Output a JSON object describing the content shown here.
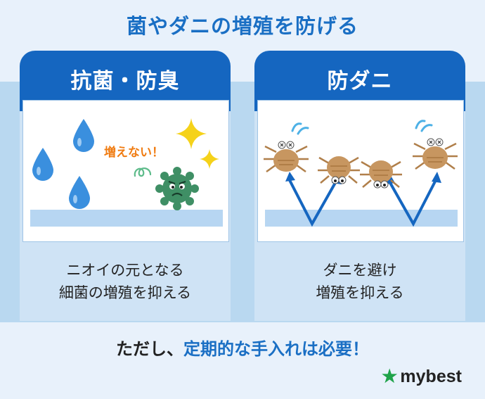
{
  "title": "菌やダニの増殖を防げる",
  "cards": [
    {
      "heading": "抗菌・防臭",
      "badge": "増えない！",
      "caption_lines": [
        "ニオイの元となる",
        "細菌の増殖を抑える"
      ]
    },
    {
      "heading": "防ダニ",
      "caption_lines": [
        "ダニを避け",
        "増殖を抑える"
      ]
    }
  ],
  "footer": {
    "prefix": "ただし、",
    "emphasis": "定期的な手入れは必要！"
  },
  "logo": {
    "text": "mybest",
    "icon": "star-icon"
  },
  "colors": {
    "accent": "#1566c0",
    "title": "#1a6fc4",
    "band": "#b9d8f0",
    "drop": "#3a8fde",
    "germ": "#3f8f65",
    "sparkle": "#f5d21a",
    "badge": "#f07c12",
    "mite": "#c79660",
    "logo_star": "#1fa34a"
  }
}
